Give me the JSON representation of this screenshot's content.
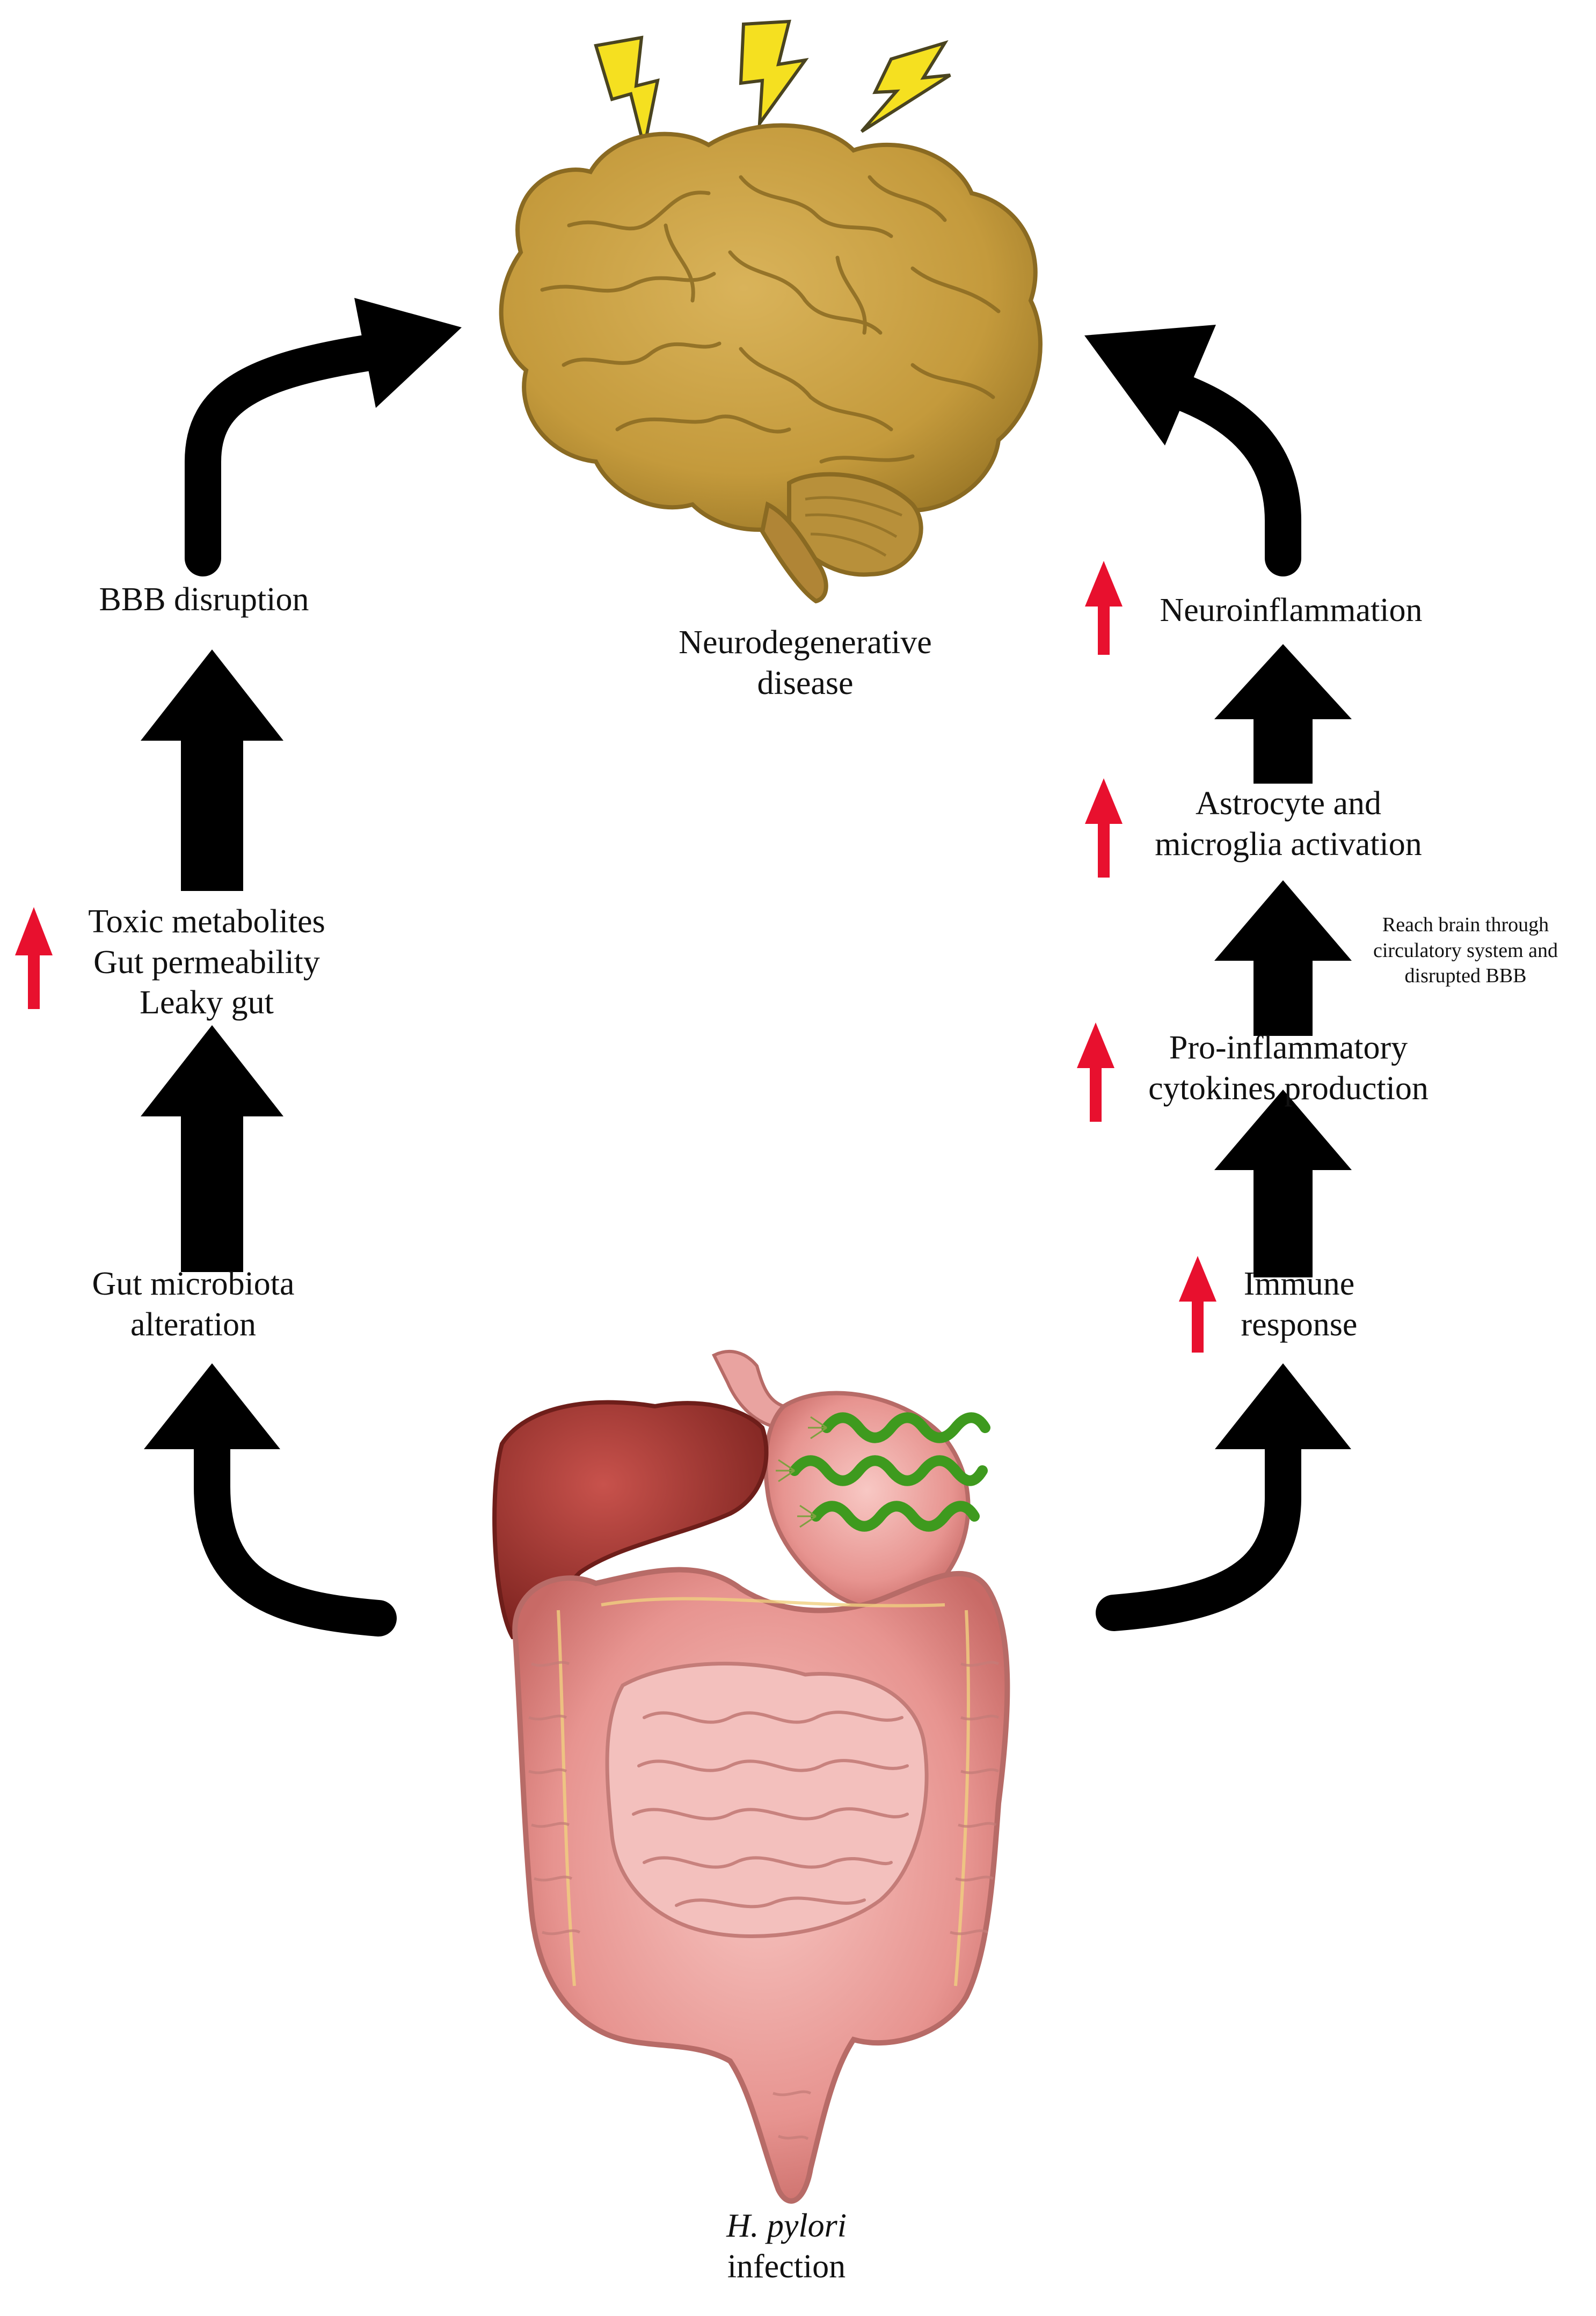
{
  "diagram": {
    "center": {
      "brain": {
        "icon": "brain-icon",
        "color": "#C49A3C"
      },
      "lightning": {
        "icon": "lightning-bolt-icon",
        "color": "#F5E020"
      },
      "label": [
        "Neurodegenerative",
        "disease"
      ]
    },
    "origin": {
      "icon": "digestive-system-icon",
      "label_italic": "H. pylori",
      "label": "infection",
      "bacteria_color": "#3E9A1E"
    },
    "left_pathway": {
      "steps": [
        {
          "lines": [
            "Gut microbiota",
            "alteration"
          ],
          "increase": false
        },
        {
          "lines": [
            "Toxic metabolites",
            "Gut permeability",
            "Leaky gut"
          ],
          "increase": true
        },
        {
          "lines": [
            "BBB disruption"
          ],
          "increase": false
        }
      ]
    },
    "right_pathway": {
      "steps": [
        {
          "lines": [
            "Immune",
            "response"
          ],
          "increase": true
        },
        {
          "lines": [
            "Pro-inflammatory",
            "cytokines production"
          ],
          "increase": true
        },
        {
          "lines": [
            "Astrocyte and",
            "microglia activation"
          ],
          "increase": true
        },
        {
          "lines": [
            "Neuroinflammation"
          ],
          "increase": true
        }
      ],
      "note": [
        "Reach brain through",
        "circulatory system and",
        "disrupted BBB"
      ]
    },
    "colors": {
      "arrow": "#000000",
      "increase_arrow": "#E8102E"
    }
  }
}
